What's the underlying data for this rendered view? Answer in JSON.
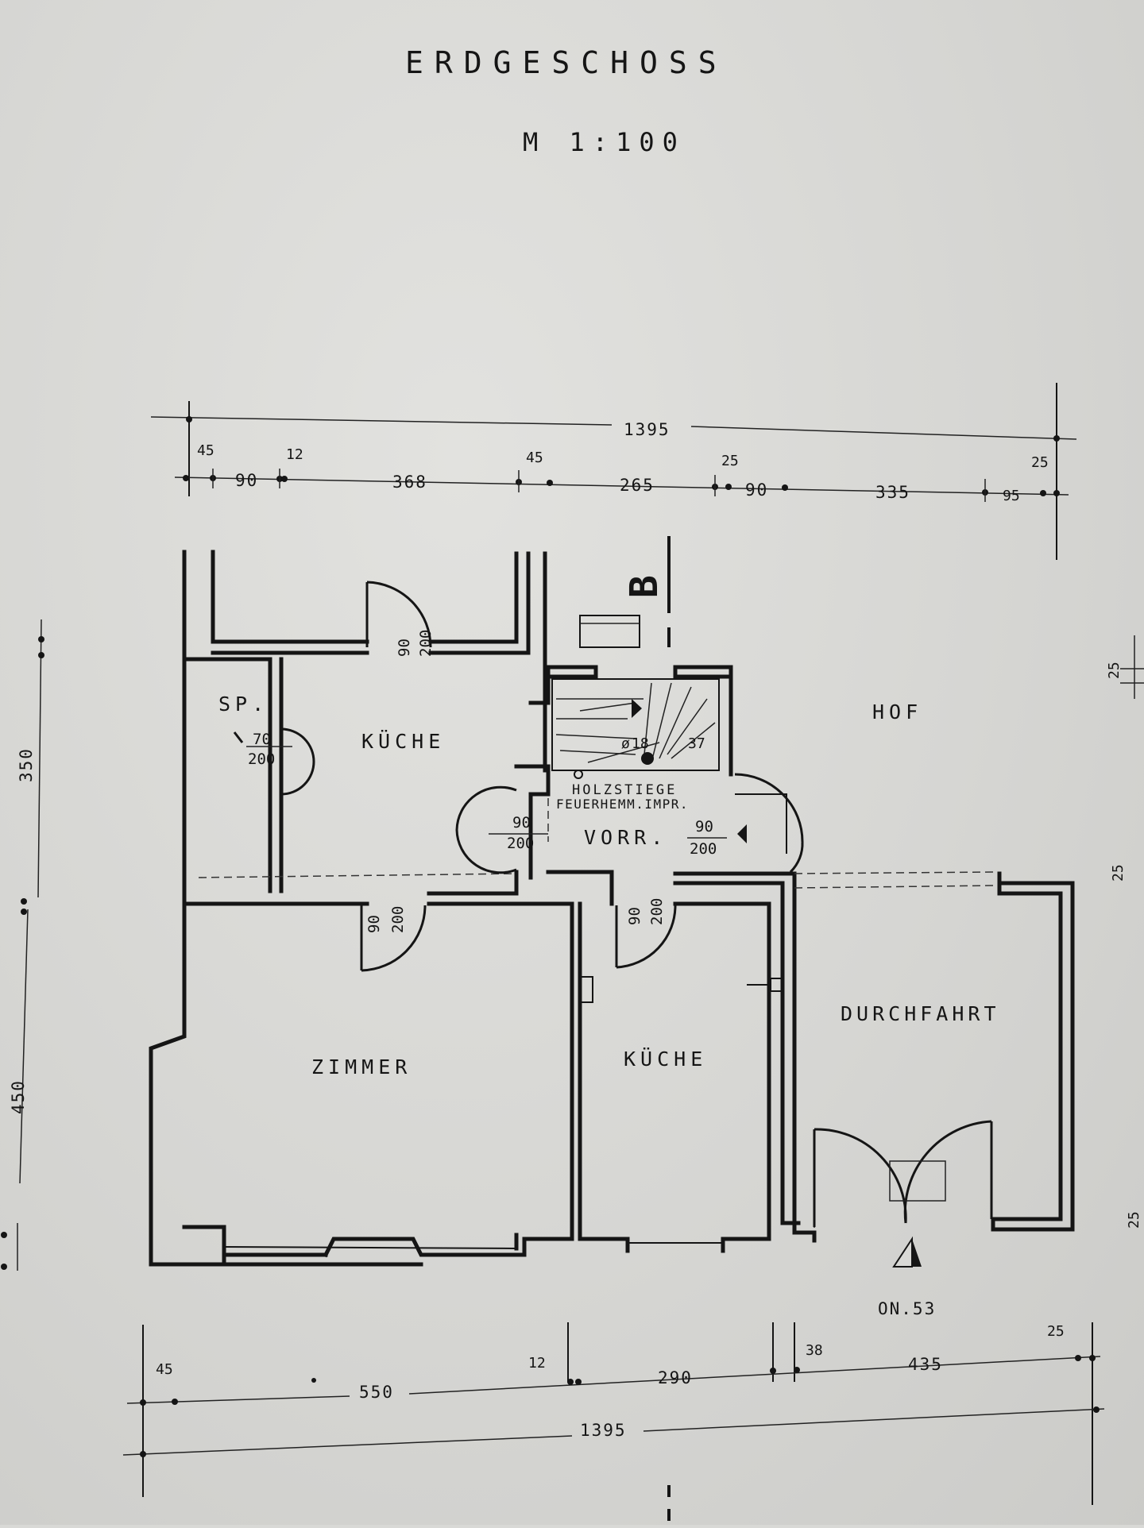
{
  "plan": {
    "title": "ERDGESCHOSS",
    "scale": "M 1:100",
    "section_mark": "B",
    "entrance": "ON.53"
  },
  "rooms": {
    "sp": "SP.",
    "kueche_top": "KÜCHE",
    "hof": "HOF",
    "vorr": "VORR.",
    "stair_line1": "HOLZSTIEGE",
    "stair_line2": "FEUERHEMM.IMPR.",
    "zimmer": "ZIMMER",
    "kueche_bottom": "KÜCHE",
    "durchfahrt": "DURCHFAHRT"
  },
  "stair": {
    "steps": "18",
    "step_ratio": "37"
  },
  "doors": [
    {
      "width": "90",
      "height": "200"
    },
    {
      "width": "70",
      "height": "200"
    },
    {
      "width": "90",
      "height": "200"
    },
    {
      "width": "90",
      "height": "200"
    },
    {
      "width": "90",
      "height": "200"
    },
    {
      "width": "90",
      "height": "200"
    }
  ],
  "dims_top": {
    "total": "1395",
    "d45": "45",
    "d12": "12",
    "d90a": "90",
    "d368": "368",
    "d45b": "45",
    "d265": "265",
    "d25a": "25",
    "d90b": "90",
    "d335": "335",
    "d95": "95",
    "d25b": "25"
  },
  "dims_bottom": {
    "d45": "45",
    "d550": "550",
    "d12": "12",
    "d290": "290",
    "d38": "38",
    "d435": "435",
    "d25": "25",
    "total": "1395"
  },
  "dims_left": {
    "d350": "350",
    "d450": "450"
  },
  "dims_right": {
    "d25a": "25",
    "d25b": "25",
    "d25c": "25"
  }
}
